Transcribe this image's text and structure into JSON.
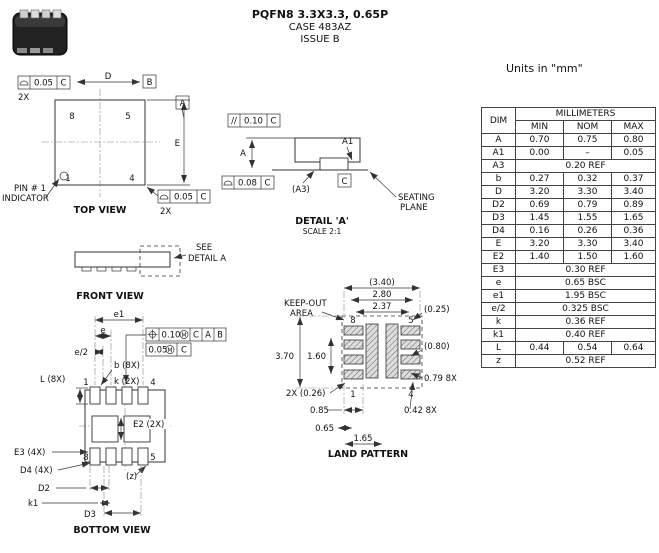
{
  "header": {
    "title": "PQFN8 3.3X3.3, 0.65P",
    "case_line": "CASE 483AZ",
    "issue_line": "ISSUE B"
  },
  "units_note": "Units in \"mm\"",
  "dim_table": {
    "col_dim": "DIM",
    "col_group": "MILLIMETERS",
    "col_min": "MIN",
    "col_nom": "NOM",
    "col_max": "MAX",
    "rows": [
      {
        "dim": "A",
        "min": "0.70",
        "nom": "0.75",
        "max": "0.80"
      },
      {
        "dim": "A1",
        "min": "0.00",
        "nom": "–",
        "max": "0.05"
      },
      {
        "dim": "A3",
        "span": "0.20 REF"
      },
      {
        "dim": "b",
        "min": "0.27",
        "nom": "0.32",
        "max": "0.37"
      },
      {
        "dim": "D",
        "min": "3.20",
        "nom": "3.30",
        "max": "3.40"
      },
      {
        "dim": "D2",
        "min": "0.69",
        "nom": "0.79",
        "max": "0.89"
      },
      {
        "dim": "D3",
        "min": "1.45",
        "nom": "1.55",
        "max": "1.65"
      },
      {
        "dim": "D4",
        "min": "0.16",
        "nom": "0.26",
        "max": "0.36"
      },
      {
        "dim": "E",
        "min": "3.20",
        "nom": "3.30",
        "max": "3.40"
      },
      {
        "dim": "E2",
        "min": "1.40",
        "nom": "1.50",
        "max": "1.60"
      },
      {
        "dim": "E3",
        "span": "0.30 REF"
      },
      {
        "dim": "e",
        "span": "0.65 BSC"
      },
      {
        "dim": "e1",
        "span": "1.95 BSC"
      },
      {
        "dim": "e/2",
        "span": "0.325 BSC"
      },
      {
        "dim": "k",
        "span": "0.36 REF"
      },
      {
        "dim": "k1",
        "span": "0.40 REF"
      },
      {
        "dim": "L",
        "min": "0.44",
        "nom": "0.54",
        "max": "0.64"
      },
      {
        "dim": "z",
        "span": "0.52 REF"
      }
    ]
  },
  "top_view": {
    "fcf_top": {
      "sym": "⌓",
      "tol": "0.05",
      "datum": "C",
      "count": "2X"
    },
    "dim_d": "D",
    "datum_b": "B",
    "datum_a": "A",
    "dim_e": "E",
    "pin8": "8",
    "pin5": "5",
    "pin1": "1",
    "pin4": "4",
    "fcf_bottom": {
      "sym": "⌓",
      "tol": "0.05",
      "datum": "C",
      "count": "2X"
    },
    "pin1_note_line1": "PIN # 1",
    "pin1_note_line2": "INDICATOR",
    "caption": "TOP VIEW"
  },
  "detail_a": {
    "fcf_parallelism": {
      "sym": "//",
      "tol": "0.10",
      "datum": "C"
    },
    "dim_a": "A",
    "fcf_profile": {
      "sym": "⌓",
      "tol": "0.08",
      "datum": "C"
    },
    "dim_a1": "A1",
    "dim_a3": "(A3)",
    "datum_c": "C",
    "seating_line1": "SEATING",
    "seating_line2": "PLANE",
    "caption": "DETAIL 'A'",
    "scale": "SCALE 2:1"
  },
  "front_view": {
    "see_note_line1": "SEE",
    "see_note_line2": "DETAIL A",
    "caption": "FRONT VIEW"
  },
  "bottom_view": {
    "dim_e1": "e1",
    "dim_e": "e",
    "dim_e_half": "e/2",
    "fcf_position": {
      "sym": "⌖",
      "tol": "0.10",
      "mod": "M",
      "datum1": "C",
      "datum2": "A",
      "datum3": "B"
    },
    "fcf_position2": {
      "tol": "0.05",
      "mod": "M",
      "datum": "C"
    },
    "dim_b": "b (8X)",
    "dim_l": "L (8X)",
    "dim_k": "k (2X)",
    "dim_e2": "E2 (2X)",
    "dim_e3": "E3 (4X)",
    "dim_d4": "D4 (4X)",
    "dim_z": "(z)",
    "dim_d2": "D2",
    "dim_k1": "k1",
    "dim_d3": "D3",
    "pin1": "1",
    "pin4": "4",
    "pin8": "8",
    "pin5": "5",
    "caption": "BOTTOM VIEW"
  },
  "land_pattern": {
    "dim_overall_w": "(3.40)",
    "dim_280": "2.80",
    "dim_237": "2.37",
    "dim_025": "(0.25)",
    "keepout_line1": "KEEP-OUT",
    "keepout_line2": "AREA",
    "dim_370": "3.70",
    "dim_160": "1.60",
    "dim_080": "(0.80)",
    "dim_079": "0.79 8X",
    "dim_026": "2X (0.26)",
    "dim_085": "0.85",
    "dim_042": "0.42 8X",
    "dim_065": "0.65",
    "dim_165": "1.65",
    "pin8": "8",
    "pin5": "5",
    "pin1": "1",
    "pin4": "4",
    "caption": "LAND PATTERN"
  }
}
